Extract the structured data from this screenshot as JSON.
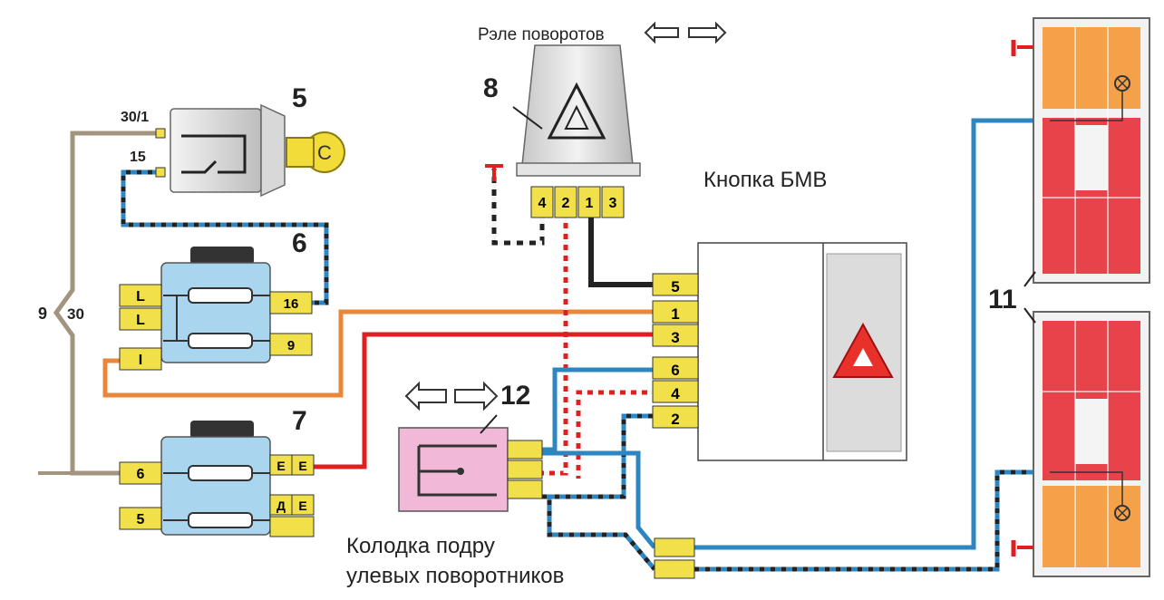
{
  "labels": {
    "relay_title": "Рэле поворотов",
    "button_title": "Кнопка БМВ",
    "connector_caption_line1": "Колодка подру",
    "connector_caption_line2": "улевых поворотников",
    "num_5": "5",
    "num_6": "6",
    "num_7": "7",
    "num_8": "8",
    "num_11": "11",
    "num_12": "12",
    "num_9": "9",
    "terminal_30": "30",
    "terminal_30_1": "30/1",
    "terminal_15": "15"
  },
  "relay_pins": [
    "4",
    "2",
    "1",
    "3"
  ],
  "button_pins": [
    "5",
    "1",
    "3",
    "6",
    "4",
    "2"
  ],
  "fuse_block_6": {
    "left_pins": [
      "L",
      "L",
      "I"
    ],
    "right_pins": [
      "16",
      "9"
    ]
  },
  "fuse_block_7": {
    "left_pins": [
      "6",
      "5"
    ],
    "right_pins": [
      "E",
      "E",
      "Д",
      "Е"
    ]
  },
  "colors": {
    "wire_blue": "#2e86c1",
    "wire_red": "#e02020",
    "wire_orange": "#e8873a",
    "wire_black": "#222222",
    "wire_gray": "#a39480",
    "connector_yellow": "#f2e04a",
    "fuse_block_blue": "#a9d6ee",
    "hazard_red": "#e8312a",
    "lamp_orange": "#f5a14a",
    "lamp_red": "#e8424a",
    "connector_pink": "#f1b8d8"
  }
}
